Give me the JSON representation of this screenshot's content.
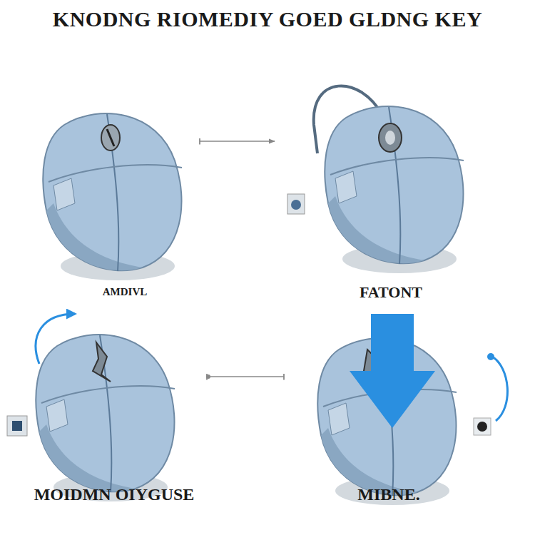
{
  "diagram": {
    "title": "KNODNG RIOMEDIY GOED GLDNG KEY",
    "labels": [
      "AMDIVL",
      "FATONT",
      "MOIDMN OIYGUSE",
      "MIBNE."
    ]
  }
}
